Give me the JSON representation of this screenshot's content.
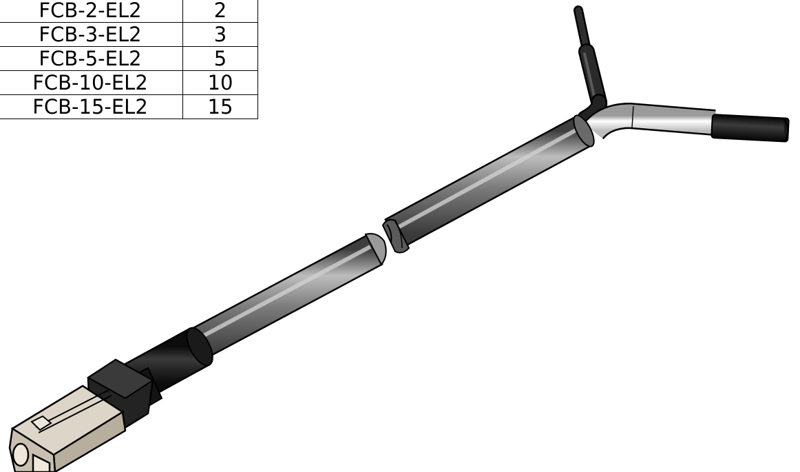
{
  "part_table": {
    "rows": [
      {
        "part": "FCB-2-EL2",
        "length": "2"
      },
      {
        "part": "FCB-3-EL2",
        "length": "3"
      },
      {
        "part": "FCB-5-EL2",
        "length": "5"
      },
      {
        "part": "FCB-10-EL2",
        "length": "10"
      },
      {
        "part": "FCB-15-EL2",
        "length": "15"
      }
    ]
  },
  "colors": {
    "jacket": "#7b7b7b",
    "jacket_highlight": "#bdbdbd",
    "boot": "#1c1c1c",
    "connector_body": "#cfc7b8",
    "white_lead": "#f2f2f2",
    "black_lead": "#1a1a1a",
    "outline": "#000000"
  }
}
